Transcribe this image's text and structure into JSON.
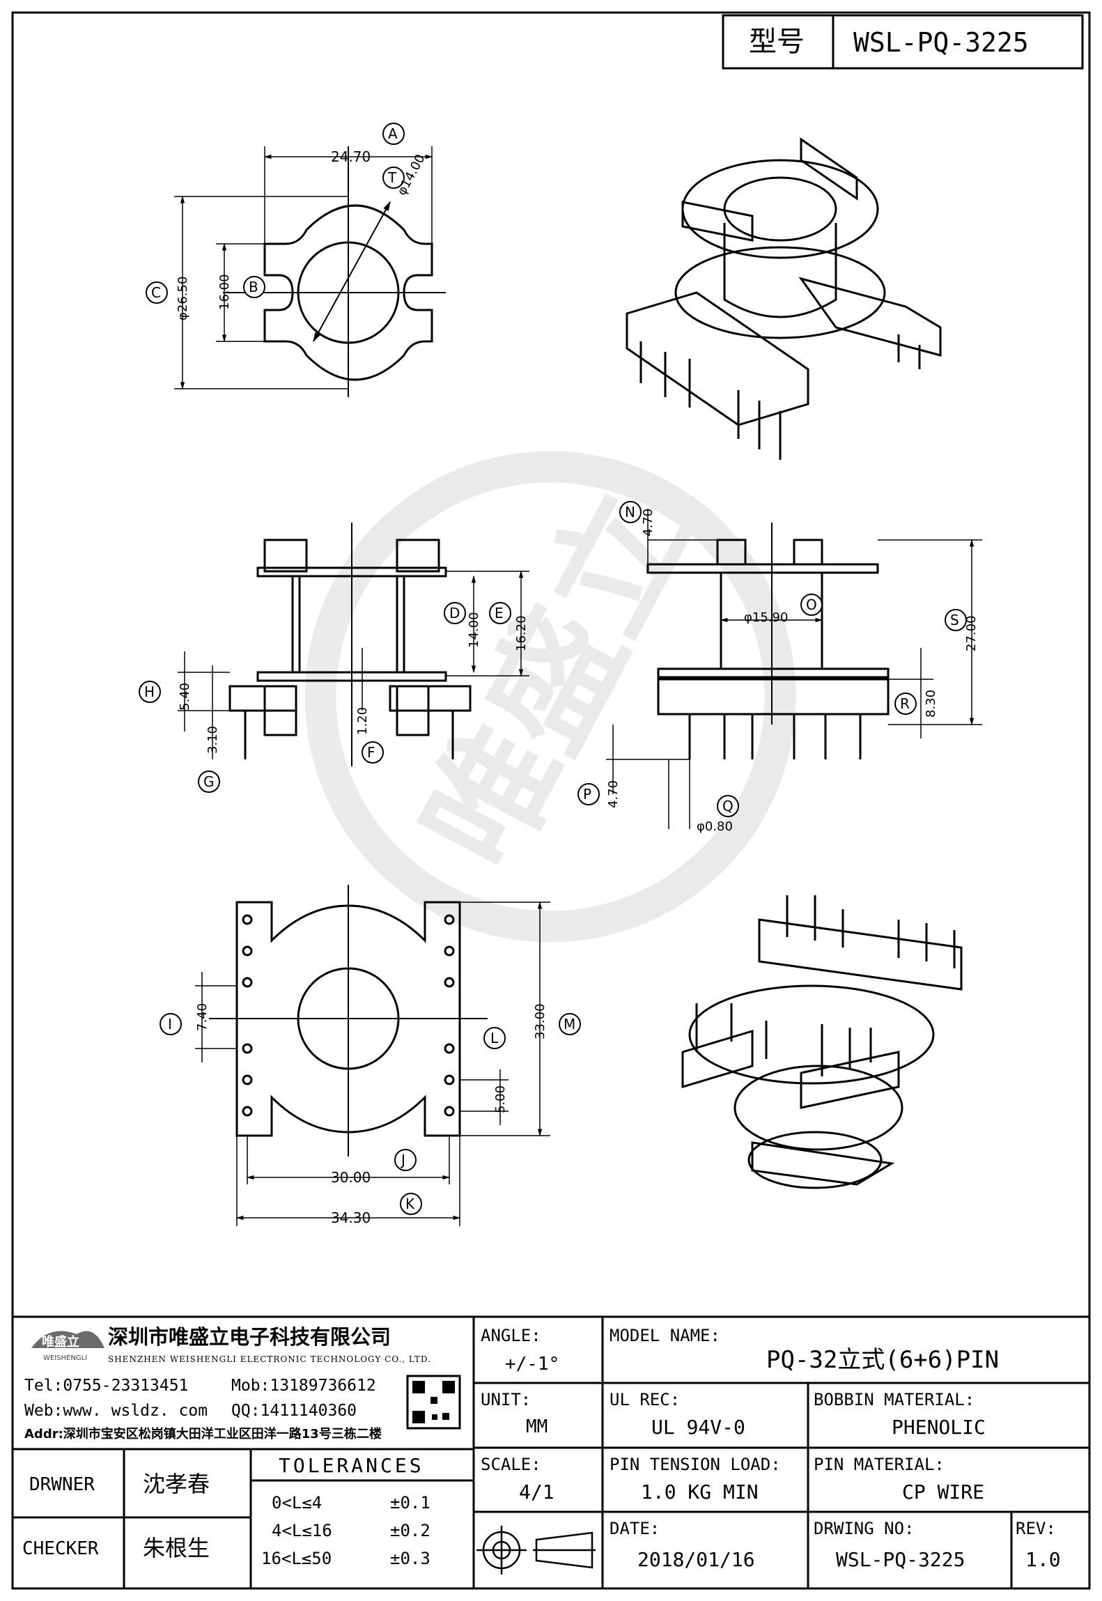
{
  "header": {
    "model_label": "型号",
    "model_value": "WSL-PQ-3225"
  },
  "dims": {
    "A": "A",
    "B": "B",
    "C": "C",
    "D": "D",
    "E": "E",
    "F": "F",
    "G": "G",
    "H": "H",
    "I": "I",
    "J": "J",
    "K": "K",
    "L": "L",
    "M": "M",
    "N": "N",
    "O": "O",
    "P": "P",
    "Q": "Q",
    "R": "R",
    "S": "S",
    "T": "T",
    "v_24_70": "24.70",
    "v_14_00": "φ14.00",
    "v_26_50": "φ26.50",
    "v_16_00": "16.00",
    "v_14_00b": "14.00",
    "v_16_20": "16.20",
    "v_5_40": "5.40",
    "v_1_20": "1.20",
    "v_3_10": "3.10",
    "v_4_70_top": "4.70",
    "v_15_90": "φ15.90",
    "v_27_00": "27.00",
    "v_8_30": "8.30",
    "v_4_70_bot": "4.70",
    "v_0_80": "φ0.80",
    "v_7_40": "7.40",
    "v_33_00": "33.00",
    "v_5_00": "5.00",
    "v_30_00": "30.00",
    "v_34_30": "34.30"
  },
  "company": {
    "logo_text": "唯盛立",
    "logo_sub": "WEISHENGLI",
    "name_cn": "深圳市唯盛立电子科技有限公司",
    "name_en": "SHENZHEN WEISHENGLI ELECTRONIC TECHNOLOGY CO., LTD.",
    "tel": "Tel:0755-23313451",
    "mob": "Mob:13189736612",
    "web": "Web:www. wsldz. com",
    "qq": "QQ:1411140360",
    "addr": "Addr:深圳市宝安区松岗镇大田洋工业区田洋一路13号三栋二楼"
  },
  "title_block": {
    "angle_label": "ANGLE:",
    "angle_value": "+/-1°",
    "model_name_label": "MODEL NAME:",
    "model_name_value": "PQ-32立式(6+6)PIN",
    "unit_label": "UNIT:",
    "unit_value": "MM",
    "ul_rec_label": "UL REC:",
    "ul_rec_value": "UL 94V-0",
    "bobbin_label": "BOBBIN MATERIAL:",
    "bobbin_value": "PHENOLIC",
    "scale_label": "SCALE:",
    "scale_value": "4/1",
    "pin_tension_label": "PIN TENSION LOAD:",
    "pin_tension_value": "1.0 KG MIN",
    "pin_material_label": "PIN MATERIAL:",
    "pin_material_value": "CP WIRE",
    "date_label": "DATE:",
    "date_value": "2018/01/16",
    "drawing_no_label": "DRWING NO:",
    "drawing_no_value": "WSL-PQ-3225",
    "rev_label": "REV:",
    "rev_value": "1.0",
    "drawer_label": "DRWNER",
    "drawer_value": "沈孝春",
    "checker_label": "CHECKER",
    "checker_value": "朱根生",
    "tolerances_label": "TOLERANCES",
    "tol_rows": [
      {
        "range": "0<L≤4",
        "value": "±0.1"
      },
      {
        "range": "4<L≤16",
        "value": "±0.2"
      },
      {
        "range": "16<L≤50",
        "value": "±0.3"
      }
    ]
  }
}
